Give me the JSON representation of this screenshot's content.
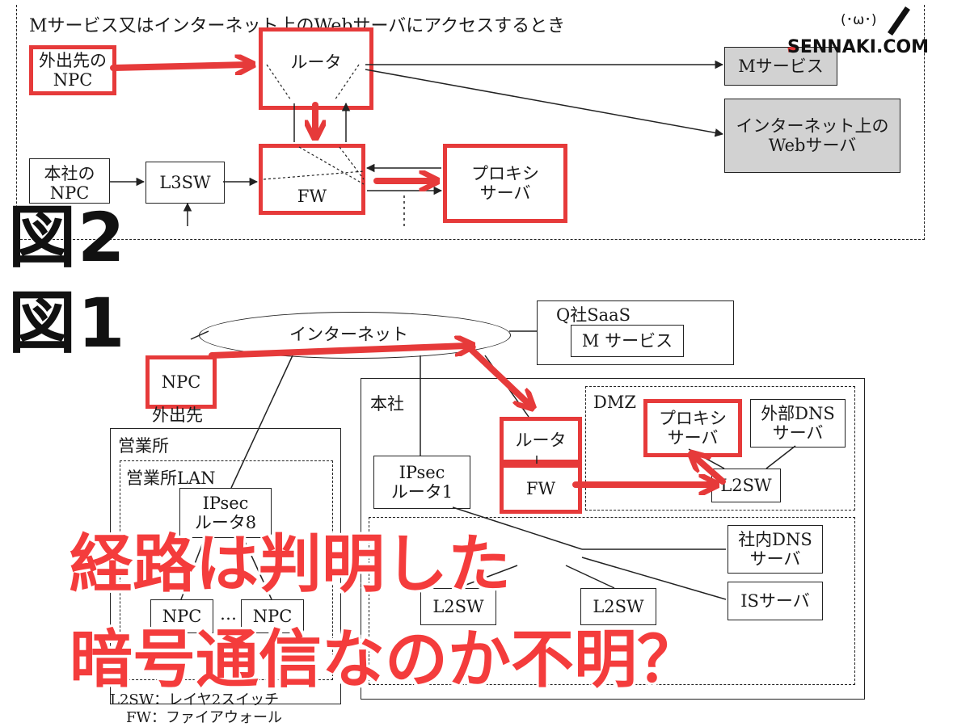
{
  "figure_top": {
    "heading": "Mサービス又はインターネット上のWebサーバにアクセスするとき",
    "nodes": {
      "npc_out": "外出先の\nNPC",
      "router": "ルータ",
      "m_service": "Mサービス",
      "internet_web": "インターネット上の\nWebサーバ",
      "hq_npc": "本社の\nNPC",
      "l3sw": "L3SW",
      "fw": "FW",
      "proxy": "プロキシ\nサーバ"
    }
  },
  "figure_bottom": {
    "nodes": {
      "internet": "インターネット",
      "q_saas": "Q社SaaS",
      "m_service": "M サービス",
      "npc": "NPC",
      "outside": "外出先",
      "hq": "本社",
      "dmz": "DMZ",
      "router": "ルータ",
      "fw": "FW",
      "proxy": "プロキシ\nサーバ",
      "ext_dns": "外部DNS\nサーバ",
      "l2sw_dmz": "L2SW",
      "ipsec_router1": "IPsec\nルータ1",
      "branch": "営業所",
      "branch_lan": "営業所LAN",
      "ipsec_branch": "IPsec\nルータ8",
      "int_dns": "社内DNS\nサーバ",
      "is_server": "ISサーバ",
      "l2sw_a": "L2SW",
      "l2sw_b": "L2SW",
      "npc_a": "NPC",
      "npc_b": "NPC",
      "ellipsis": "…",
      "legend_1": "L2SW：レイヤ2スイッチ",
      "legend_2": "FW：ファイアウォール"
    }
  },
  "labels": {
    "fig2": "図2",
    "fig1": "図1"
  },
  "caption": {
    "line1": "経路は判明した",
    "line2": "暗号通信なのか不明？"
  },
  "brand": {
    "logo_text": "SENNAKI.COM",
    "face": "(･ω･)"
  },
  "colors": {
    "annotation_red": "#e63a3a",
    "caption_red": "#f43c3c",
    "service_gray": "#d2d2d2"
  }
}
